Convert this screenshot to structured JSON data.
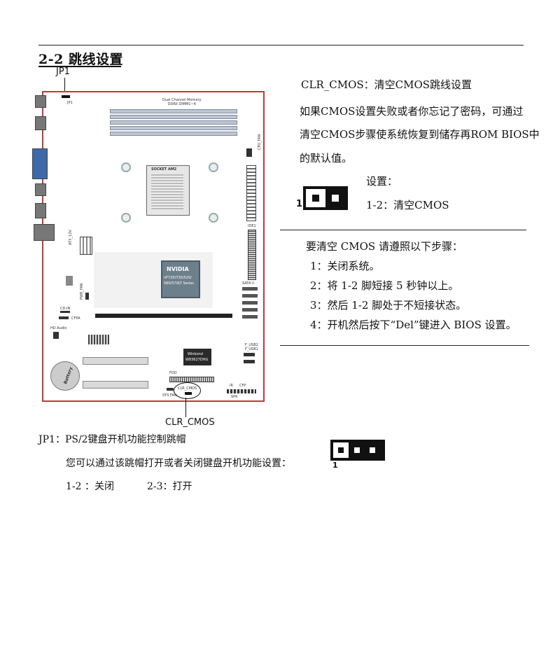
{
  "section_title": "2-2 跳线设置",
  "labels": {
    "jp1_callout": "JP1",
    "clr_cmos_callout": "CLR_CMOS"
  },
  "board": {
    "dimm_label": "Dual Channel Memory\nDDRII DIMM1~4",
    "socket_label": "SOCKET AM2",
    "chip_brand": "NVIDIA",
    "chip_model_1": "nF720/730/520/",
    "chip_model_2": "560/570LT Series",
    "winbond_1": "Winbond",
    "winbond_2": "W83627DHG",
    "battery": "Battery",
    "ide": "IDE1",
    "sata": "SATA II",
    "fdd": "FDD",
    "cpu_fan": "CPU_FAN",
    "sys_fan": "SYS_FAN",
    "pwr_fan": "PWR_FAN",
    "atx": "ATX_12V",
    "cd_in": "CD-IN",
    "cfpa": "CFPA",
    "hd_audio": "HD Audio",
    "fusb2": "F_USB2",
    "fusb1": "F_USB1",
    "spk": "SPK",
    "cfp": "CFP",
    "ir": "IR",
    "board_jp1": "JP1",
    "board_clr": "CLR_CMOS",
    "sys_fan_small": "SYS FAN"
  },
  "clr_cmos": {
    "heading": "CLR_CMOS：清空CMOS跳线设置",
    "desc_1": "如果CMOS设置失败或者你忘记了密码，可通过",
    "desc_2": "清空CMOS步骤使系统恢复到储存再ROM BIOS中",
    "desc_3": "的默认值。",
    "setting_label": "设置：",
    "setting_value": "1-2：清空CMOS",
    "pin_one": "1"
  },
  "steps": {
    "intro": "要清空 CMOS 请遵照以下步骤：",
    "items": [
      "1：关闭系统。",
      "2：将 1-2 脚短接 5 秒钟以上。",
      "3：然后 1-2 脚处于不短接状态。",
      "4：开机然后按下“Del”键进入 BIOS 设置。"
    ]
  },
  "jp1": {
    "heading": "JP1：PS/2键盘开机功能控制跳帽",
    "desc": "您可以通过该跳帽打开或者关闭键盘开机功能设置：",
    "option_1": "1-2 ：关闭",
    "option_2": "2-3：打开",
    "pin_one": "1"
  }
}
